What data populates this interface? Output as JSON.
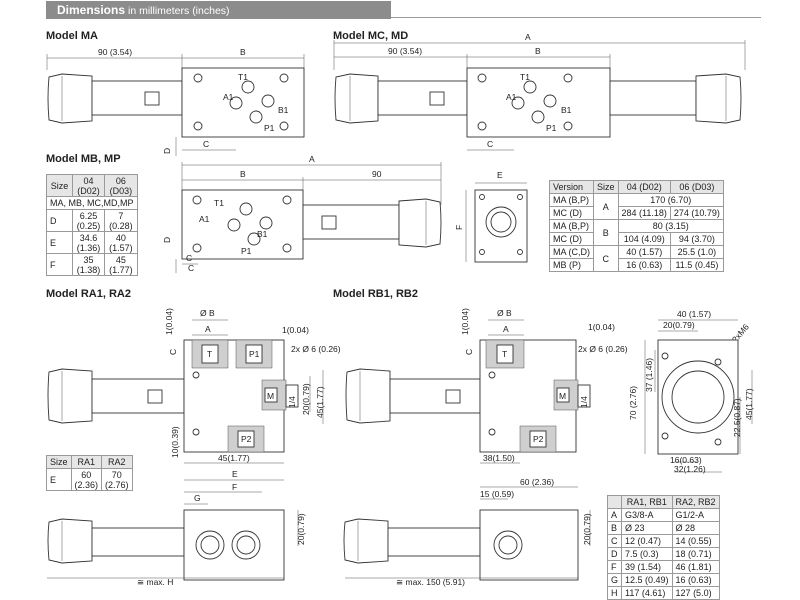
{
  "header": {
    "title": "Dimensions",
    "subtitle": "in millimeters (inches)"
  },
  "models": {
    "ma": "Model MA",
    "mc_md": "Model MC, MD",
    "mb_mp": "Model MB, MP",
    "ra": "Model RA1, RA2",
    "rb": "Model RB1, RB2"
  },
  "dims": {
    "ma_90": "90 (3.54)",
    "ma_B": "B",
    "ma_C": "C",
    "ma_D": "D",
    "mc_A": "A",
    "mc_90": "90 (3.54)",
    "mc_B": "B",
    "mc_C": "C",
    "mb_A": "A",
    "mb_B": "B",
    "mb_90": "90",
    "mb_C": "C",
    "mb_D": "D",
    "face_E": "E",
    "face_F": "F",
    "ports": {
      "t1": "T1",
      "a1": "A1",
      "b1": "B1",
      "p1": "P1"
    },
    "ra_phiB": "Ø B",
    "ra_A": "A",
    "ra_C": "C",
    "ra_104": "1(0.04)",
    "ra_1": "1(0.04)",
    "ra_holes": "2x Ø 6 (0.26)",
    "ra_20": "20(0.79)",
    "ra_45": "45(1.77)",
    "ra_10": "10(0.39)",
    "ra_45b": "45(1.77)",
    "ra_14": "1/4",
    "ra_T": "T",
    "ra_P1": "P1",
    "ra_P2": "P2",
    "ra_M": "M",
    "rb_phiB": "Ø B",
    "rb_A": "A",
    "rb_C": "C",
    "rb_104": "1(0.04)",
    "rb_1": "1(0.04)",
    "rb_holes": "2x Ø 6 (0.26)",
    "rb_38": "38(1.50)",
    "rb_14": "1/4",
    "rb_T": "T",
    "rb_P2": "P2",
    "rb_M": "M",
    "side_40": "40 (1.57)",
    "side_20": "20(0.79)",
    "side_m6": "2xM6",
    "side_70": "70 (2.76)",
    "side_37": "37 (1.46)",
    "side_45": "45(1.77)",
    "side_22": "22.5(0.87)",
    "side_16": "16(0.63)",
    "side_32": "32(1.26)",
    "bl_E": "E",
    "bl_F": "F",
    "bl_G": "G",
    "bl_20": "20(0.79)",
    "bl_H": "≅ max. H",
    "br_60": "60 (2.36)",
    "br_15": "15 (0.59)",
    "br_20": "20(0.79)",
    "br_150": "≅ max. 150 (5.91)"
  },
  "table_mb": {
    "headers": [
      "Size",
      "04",
      "(D02)",
      "06",
      "(D03)"
    ],
    "span_row": "MA, MB, MC,MD,MP",
    "rows": [
      {
        "label": "D",
        "v1": "6.25",
        "v1i": "(0.25)",
        "v2": "7",
        "v2i": "(0.28)"
      },
      {
        "label": "E",
        "v1": "34.6",
        "v1i": "(1.36)",
        "v2": "40",
        "v2i": "(1.57)"
      },
      {
        "label": "F",
        "v1": "35",
        "v1i": "(1.38)",
        "v2": "45",
        "v2i": "(1.77)"
      }
    ]
  },
  "table_version": {
    "headers": [
      "Version",
      "Size",
      "04 (D02)",
      "06 (D03)"
    ],
    "rows": [
      {
        "version": "MA (B,P)",
        "size": "A",
        "v1": "170 (6.70)",
        "v2": ""
      },
      {
        "version": "MC (D)",
        "size": "",
        "v1": "284 (11.18)",
        "v2": "274 (10.79)"
      },
      {
        "version": "MA (B,P)",
        "size": "B",
        "v1": "80 (3.15)",
        "v2": ""
      },
      {
        "version": "MC (D)",
        "size": "",
        "v1": "104 (4.09)",
        "v2": "94 (3.70)"
      },
      {
        "version": "MA (C,D)",
        "size": "C",
        "v1": "40 (1.57)",
        "v2": "25.5 (1.0)"
      },
      {
        "version": "MB (P)",
        "size": "",
        "v1": "16 (0.63)",
        "v2": "11.5 (0.45)"
      }
    ]
  },
  "table_ra": {
    "headers": [
      "Size",
      "RA1",
      "RA2"
    ],
    "row": {
      "label": "E",
      "v1": "60",
      "v1i": "(2.36)",
      "v2": "70",
      "v2i": "(2.76)"
    }
  },
  "table_rb": {
    "headers": [
      "",
      "RA1, RB1",
      "RA2, RB2"
    ],
    "rows": [
      {
        "label": "A",
        "v1": "G3/8-A",
        "v2": "G1/2-A"
      },
      {
        "label": "B",
        "v1": "Ø 23",
        "v2": "Ø 28"
      },
      {
        "label": "C",
        "v1": "12 (0.47)",
        "v2": "14 (0.55)"
      },
      {
        "label": "D",
        "v1": "7.5 (0.3)",
        "v2": "18 (0.71)"
      },
      {
        "label": "F",
        "v1": "39 (1.54)",
        "v2": "46 (1.81)"
      },
      {
        "label": "G",
        "v1": "12.5 (0.49)",
        "v2": "16 (0.63)"
      },
      {
        "label": "H",
        "v1": "117 (4.61)",
        "v2": "127 (5.0)"
      }
    ]
  }
}
